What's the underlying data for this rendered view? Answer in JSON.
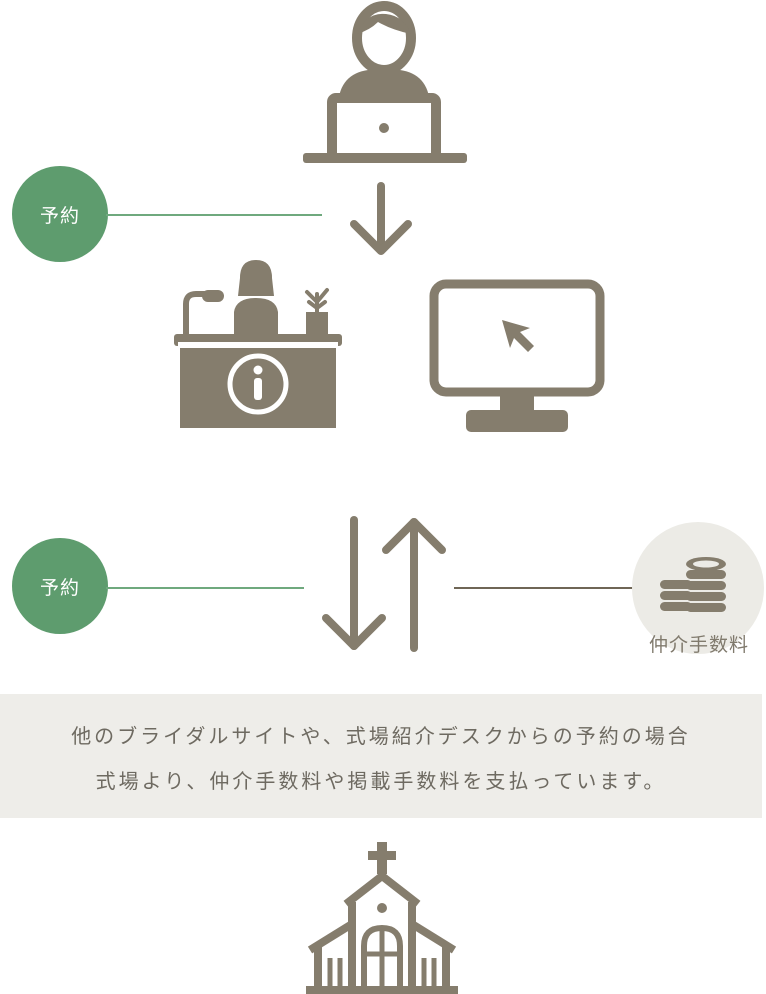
{
  "colors": {
    "icon": "#857d6d",
    "badge_green": "#5e9c6e",
    "line_green": "#6fa97e",
    "line_brown": "#6f6656",
    "note_bg": "#eeede9",
    "coin_bg": "#ecebe6"
  },
  "badges": [
    {
      "label": "予約"
    },
    {
      "label": "予約"
    }
  ],
  "fee": {
    "label": "仲介手数料"
  },
  "note": {
    "line1": "他のブライダルサイトや、式場紹介デスクからの予約の場合",
    "line2": "式場より、仲介手数料や掲載手数料を支払っています。"
  },
  "icons": [
    "person-laptop-icon",
    "arrow-down-icon",
    "reception-desk-icon",
    "monitor-cursor-icon",
    "exchange-arrows-icon",
    "coins-icon",
    "chapel-icon"
  ]
}
